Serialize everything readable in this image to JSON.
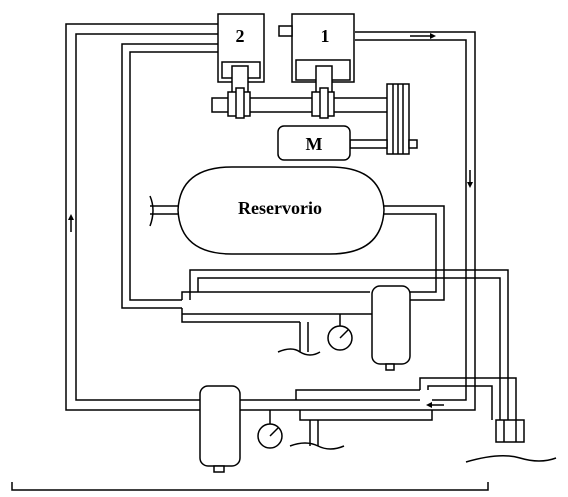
{
  "labels": {
    "cylinder_2": "2",
    "cylinder_1": "1",
    "motor": "M",
    "reservoir": "Reservorio"
  },
  "colors": {
    "line": "#000000",
    "background": "#ffffff"
  }
}
